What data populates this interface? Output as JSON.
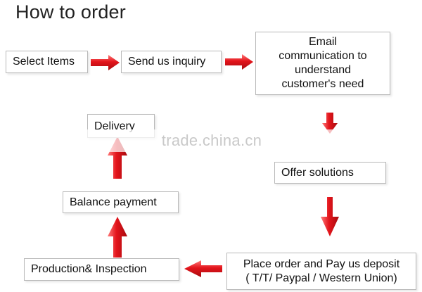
{
  "title": "How to order",
  "steps": {
    "select_items": "Select Items",
    "send_inquiry": "Send us inquiry",
    "email": [
      "Email",
      "communication to",
      "understand",
      "customer's need"
    ],
    "offer_solutions": "Offer solutions",
    "place_order": [
      "Place order and Pay us deposit",
      "( T/T/ Paypal / Western Union)"
    ],
    "production": "Production& Inspection",
    "balance_payment": "Balance payment",
    "delivery": "Delivery"
  },
  "watermark": "trade.china.cn",
  "colors": {
    "arrow": "#e3141b",
    "arrow_highlight": "#ff6b6b",
    "box_border": "#b9b9b9"
  }
}
